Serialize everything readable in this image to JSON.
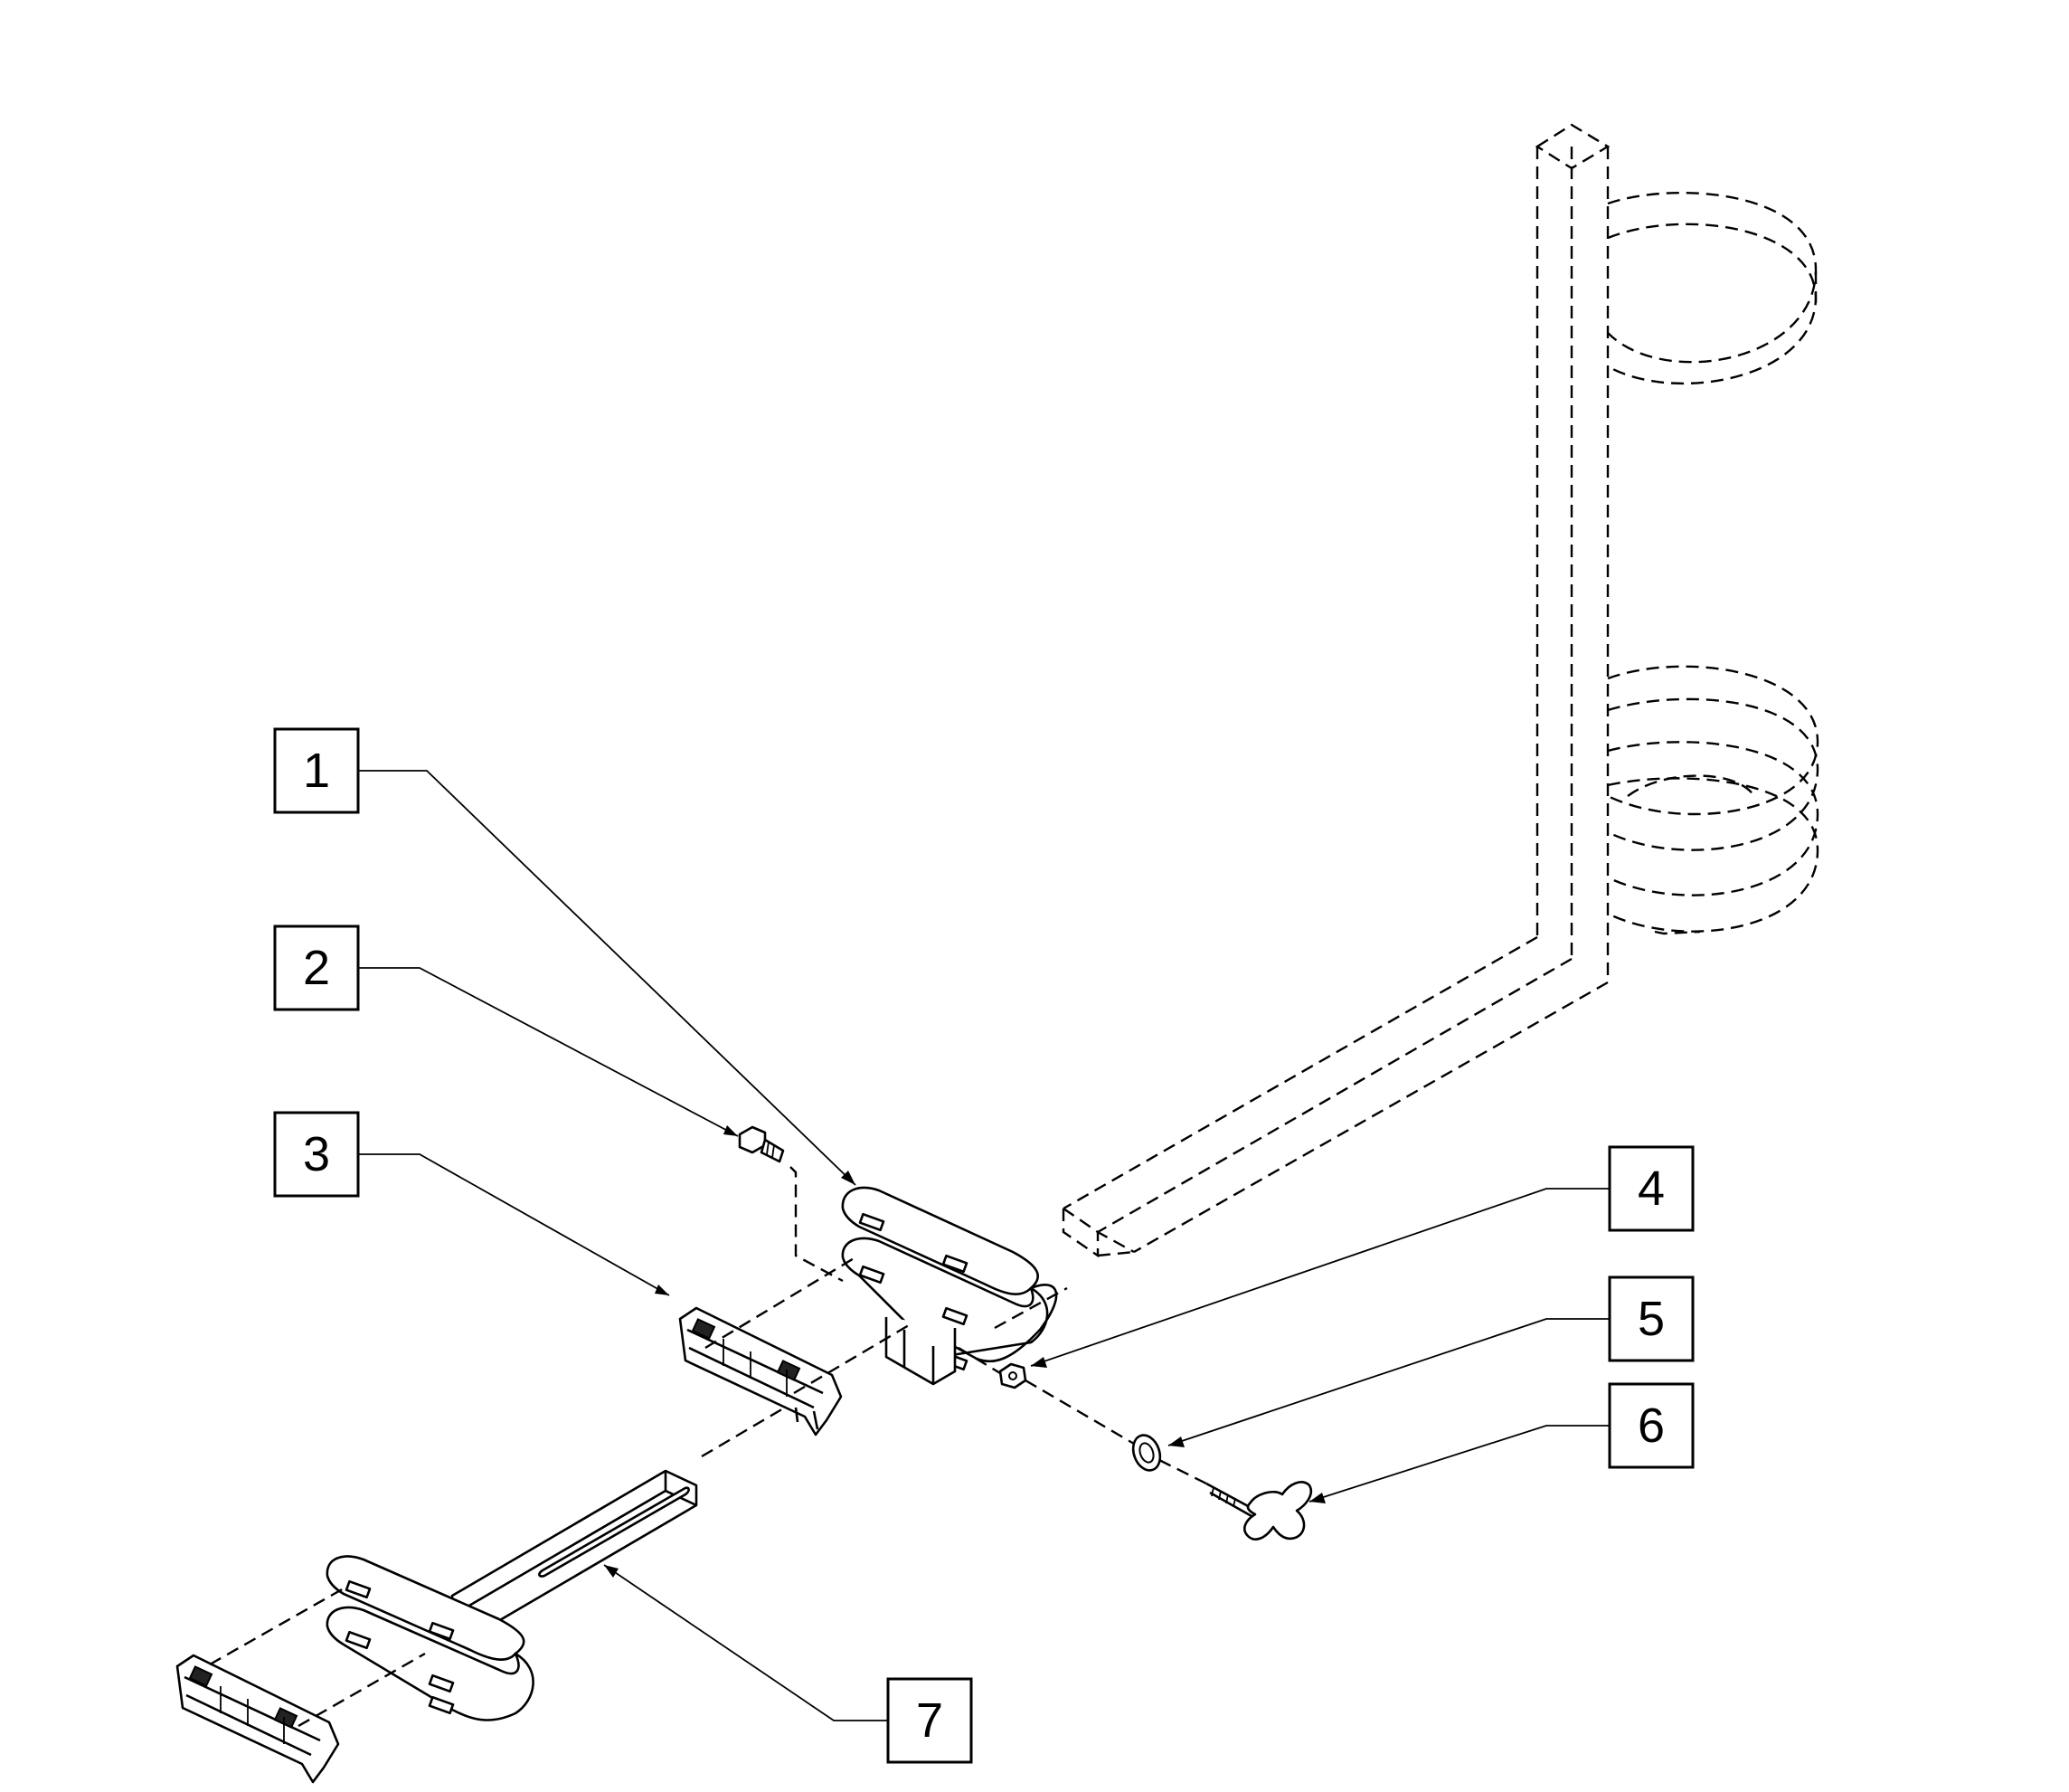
{
  "callouts": [
    {
      "id": "1",
      "label": "1",
      "part": "mounting-clamp"
    },
    {
      "id": "2",
      "label": "2",
      "part": "screw"
    },
    {
      "id": "3",
      "label": "3",
      "part": "rail-clamp"
    },
    {
      "id": "4",
      "label": "4",
      "part": "hex-nut"
    },
    {
      "id": "5",
      "label": "5",
      "part": "star-washer"
    },
    {
      "id": "6",
      "label": "6",
      "part": "knob"
    },
    {
      "id": "7",
      "label": "7",
      "part": "extension-bracket"
    }
  ],
  "colors": {
    "line": "#000000",
    "background": "#ffffff"
  }
}
